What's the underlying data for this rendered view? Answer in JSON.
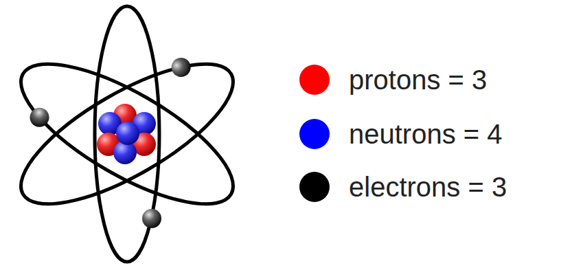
{
  "diagram": {
    "legend": [
      {
        "text": "protons = 3",
        "color": "#ff0000"
      },
      {
        "text": "neutrons = 4",
        "color": "#0000ff"
      },
      {
        "text": "electrons = 3",
        "color": "#000000"
      }
    ]
  }
}
